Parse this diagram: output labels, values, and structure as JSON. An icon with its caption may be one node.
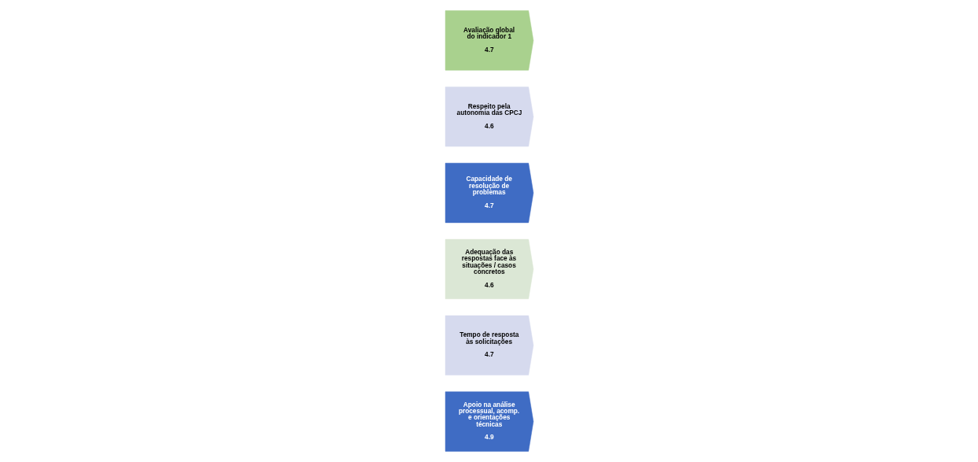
{
  "diagram": {
    "nodes": [
      {
        "text": [
          "Apoio na análise processual, acomp. e orientações técnicas",
          "4.9"
        ]
      },
      {
        "text": [
          "Tempo de resposta às solicitações",
          "4.7"
        ]
      },
      {
        "text": [
          "Adequação das respostas face às situações / casos concretos",
          "4.6"
        ]
      },
      {
        "text": [
          "Capacidade de resolução de problemas",
          "4.7"
        ]
      },
      {
        "text": [
          "Respeito pela autonomia das CPCJ",
          "4.6"
        ]
      },
      {
        "text": [
          "Avaliação global do indicador 1",
          "4.7"
        ]
      }
    ]
  }
}
